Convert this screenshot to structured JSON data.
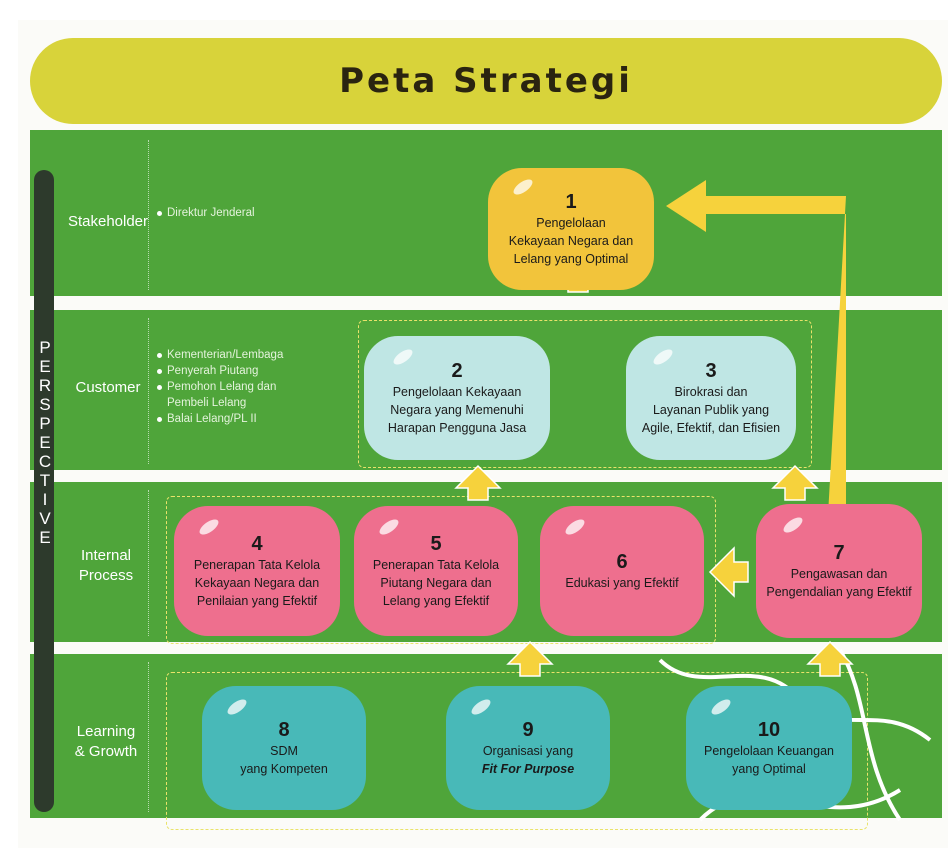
{
  "title": "Peta Strategi",
  "perspective_letters": [
    "P",
    "E",
    "R",
    "S",
    "P",
    "E",
    "C",
    "T",
    "I",
    "V",
    "E"
  ],
  "bands": {
    "stakeholder": {
      "label": "Stakeholder",
      "items": [
        "Direktur Jenderal"
      ]
    },
    "customer": {
      "label": "Customer",
      "items": [
        "Kementerian/Lembaga",
        "Penyerah Piutang",
        "Pemohon Lelang dan Pembeli Lelang",
        "Balai Lelang/PL II"
      ]
    },
    "internal": {
      "label_line1": "Internal",
      "label_line2": "Process"
    },
    "learning": {
      "label_line1": "Learning",
      "label_line2": "& Growth"
    }
  },
  "nodes": [
    {
      "num": "1",
      "lines": [
        "Pengelolaan",
        "Kekayaan Negara dan",
        "Lelang yang Optimal"
      ]
    },
    {
      "num": "2",
      "lines": [
        "Pengelolaan Kekayaan",
        "Negara yang  Memenuhi",
        "Harapan Pengguna Jasa"
      ]
    },
    {
      "num": "3",
      "lines": [
        "Birokrasi dan",
        "Layanan Publik yang",
        "Agile, Efektif, dan Efisien"
      ]
    },
    {
      "num": "4",
      "lines": [
        "Penerapan Tata Kelola",
        "Kekayaan Negara dan",
        "Penilaian yang Efektif"
      ]
    },
    {
      "num": "5",
      "lines": [
        "Penerapan Tata Kelola",
        "Piutang Negara dan",
        "Lelang yang Efektif"
      ]
    },
    {
      "num": "6",
      "lines": [
        "Edukasi yang Efektif"
      ]
    },
    {
      "num": "7",
      "lines": [
        "Pengawasan dan",
        "Pengendalian yang Efektif"
      ]
    },
    {
      "num": "8",
      "lines": [
        "SDM",
        "yang Kompeten"
      ]
    },
    {
      "num": "9",
      "lines": [
        "Organisasi yang",
        "Fit For Purpose"
      ]
    },
    {
      "num": "10",
      "lines": [
        "Pengelolaan Keuangan",
        "yang Optimal"
      ]
    }
  ],
  "colors": {
    "band_green": "#4fa53a",
    "title_yellow": "#d8d33a",
    "arrow_yellow": "#f6d23c",
    "node_yellow": "#f2c43b",
    "node_mint": "#bfe6e4",
    "node_pink": "#ee6f8e",
    "node_teal": "#48b9b8"
  }
}
